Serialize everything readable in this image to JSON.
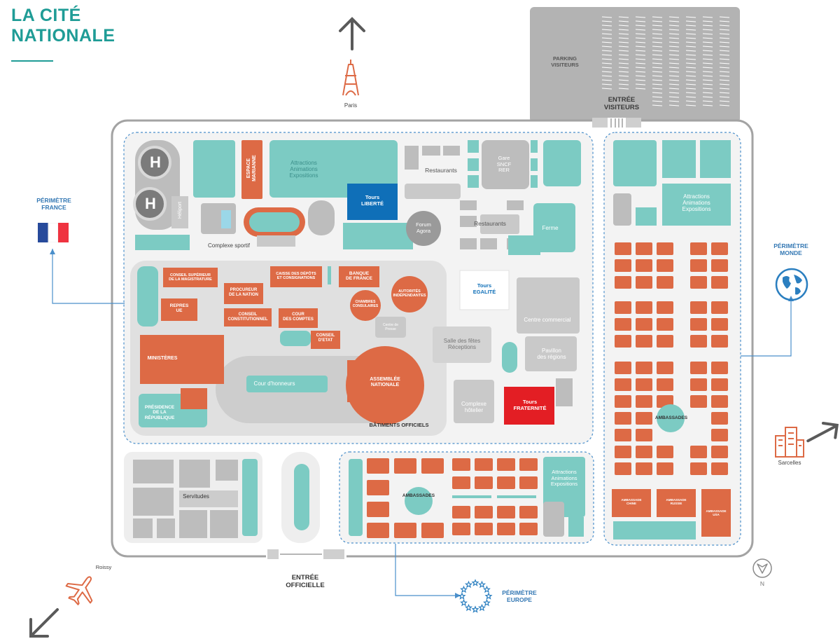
{
  "title": {
    "line1": "LA CITÉ",
    "line2": "NATIONALE"
  },
  "colors": {
    "teal": "#7ccbc3",
    "orange": "#dd6a45",
    "grey": "#b9b9b9",
    "lightgrey": "#e6e6e6",
    "blue": "#0f6fb8",
    "red": "#e31e24",
    "accent": "#1f9c96"
  },
  "directions": {
    "paris": "Paris",
    "roissy": "Roissy",
    "sarcelles": "Sarcelles",
    "north": "N"
  },
  "entrances": {
    "visiteurs": [
      "ENTRÉE",
      "VISITEURS"
    ],
    "officielle": [
      "ENTRÉE",
      "OFFICIELLE"
    ]
  },
  "perimeters": {
    "france": [
      "PÉRIMÈTRE",
      "FRANCE"
    ],
    "monde": [
      "PÉRIMÈTRE",
      "MONDE"
    ],
    "europe": [
      "PÉRIMÈTRE",
      "EUROPE"
    ]
  },
  "parking": [
    "PARKING",
    "VISITEURS"
  ],
  "places": {
    "heliport": "Héliport",
    "helipad": "H",
    "complexe_sportif": "Complexe sportif",
    "espace_marianne": [
      "ESPACE",
      "MARIANNE"
    ],
    "attractions": [
      "Attractions",
      "Animations",
      "Expositions"
    ],
    "restaurants": "Restaurants",
    "gare": [
      "Gare",
      "SNCF",
      "RER"
    ],
    "tours_liberte": [
      "Tours",
      "LIBERTÉ"
    ],
    "forum_agora": [
      "Forum",
      "Agora"
    ],
    "ferme": "Ferme",
    "tours_egalite": [
      "Tours",
      "EGALITÉ"
    ],
    "centre_commercial": "Centre commercial",
    "salle_fetes": [
      "Salle des fêtes",
      "Réceptions"
    ],
    "pavillon_regions": [
      "Pavillon",
      "des régions"
    ],
    "complexe_hotelier": [
      "Complexe",
      "hôtelier"
    ],
    "tours_fraternite": [
      "Tours",
      "FRATERNITÉ"
    ],
    "conseil_superieur": [
      "CONSEIL SUPÉRIEUR",
      "DE LA MAGISTRATURE"
    ],
    "caisse_depots": [
      "CAISSE DES DÉPÔTS",
      "ET CONSIGNATIONS"
    ],
    "banque_france": [
      "BANQUE",
      "DE FRANCE"
    ],
    "procureur": [
      "PROCUREUR",
      "DE LA NATION"
    ],
    "autorites": [
      "AUTORITÉS",
      "INDÉPENDANTES"
    ],
    "repres_ue": [
      "REPRES",
      "UE"
    ],
    "chambres": [
      "CHAMBRES",
      "CONSULAIRES"
    ],
    "conseil_constitutionnel": [
      "CONSEIL",
      "CONSTITUTIONNEL"
    ],
    "cour_comptes": [
      "COUR",
      "DES COMPTES"
    ],
    "centre_presse": [
      "Centre de",
      "Presse"
    ],
    "conseil_etat": [
      "CONSEIL",
      "D'ETAT"
    ],
    "ministeres": "MINISTÈRES",
    "cour_honneurs": "Cour d'honneurs",
    "assemblee": [
      "ASSEMBLÉE",
      "NATIONALE"
    ],
    "presidence": [
      "PRÉSIDENCE",
      "DE LA RÉPUBLIQUE"
    ],
    "batiments_officiels": "BÂTIMENTS OFFICIELS",
    "ambassades": "AMBASSADES",
    "ambassade_chine": [
      "AMBASSADE",
      "CHINE"
    ],
    "ambassade_russie": [
      "AMBASSADE",
      "RUSSIE"
    ],
    "ambassade_usa": [
      "AMBASSADE",
      "USA"
    ],
    "servitudes": "Servitudes"
  }
}
